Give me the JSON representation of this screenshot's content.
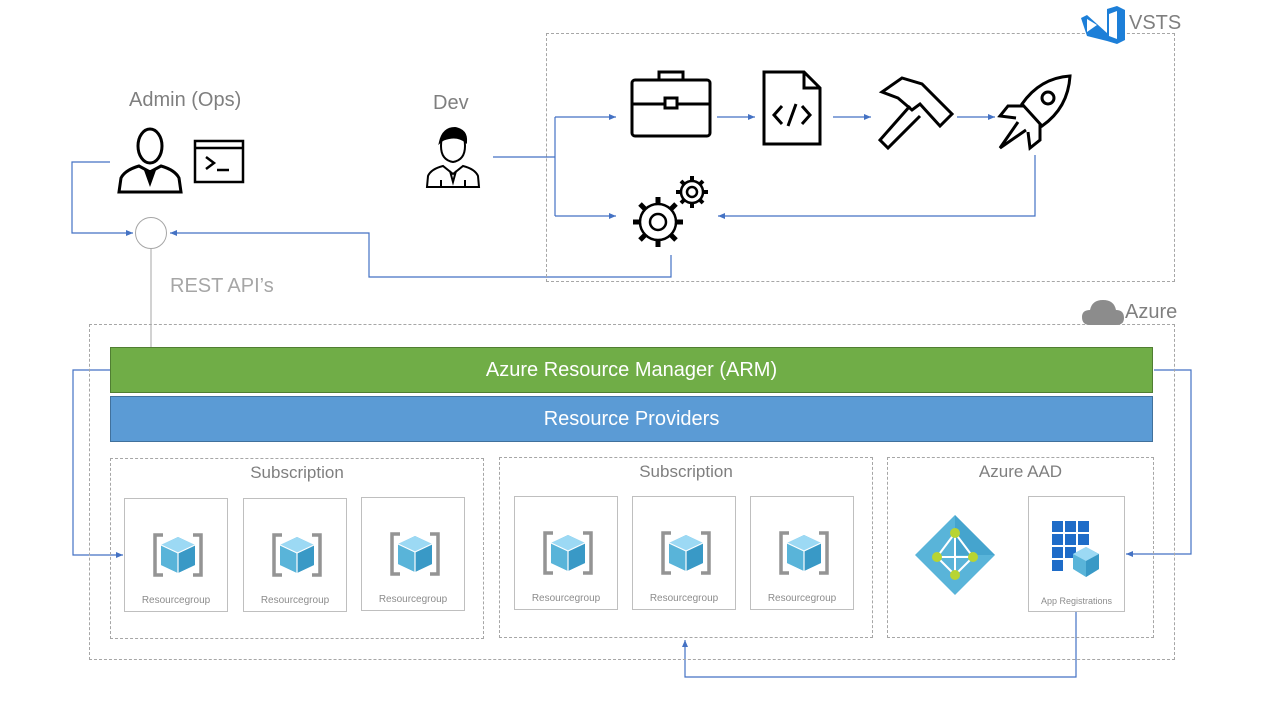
{
  "vsts": {
    "label": "VSTS",
    "brand_color": "#0078d7"
  },
  "azure": {
    "label": "Azure"
  },
  "admin": {
    "label": "Admin (Ops)"
  },
  "dev": {
    "label": "Dev"
  },
  "rest": {
    "label": "REST API’s"
  },
  "arm": {
    "label": "Azure Resource Manager (ARM)",
    "color": "#70ad47"
  },
  "providers": {
    "label": "Resource Providers",
    "color": "#5b9bd5"
  },
  "subscriptions": [
    {
      "label": "Subscription",
      "groups": [
        "Resourcegroup",
        "Resourcegroup",
        "Resourcegroup"
      ]
    },
    {
      "label": "Subscription",
      "groups": [
        "Resourcegroup",
        "Resourcegroup",
        "Resourcegroup"
      ]
    }
  ],
  "aad": {
    "label": "Azure AAD",
    "app_label": "App Registrations"
  },
  "icons": [
    "terminal-icon",
    "admin-person-icon",
    "dev-person-icon",
    "briefcase-icon",
    "code-file-icon",
    "hammer-icon",
    "rocket-icon",
    "gears-icon",
    "cloud-icon",
    "vsts-logo-icon",
    "resource-group-icon",
    "aad-icon",
    "app-registrations-icon"
  ]
}
